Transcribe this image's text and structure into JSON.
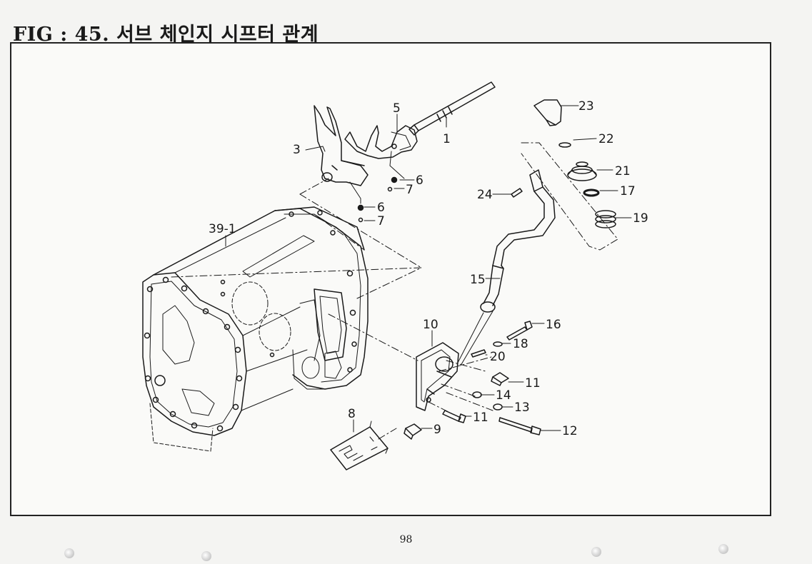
{
  "title": "FIG : 45.  서브 체인지 시프터 관계",
  "page_number": "98",
  "callouts": {
    "c1": "1",
    "c3": "3",
    "c5": "5",
    "c6a": "6",
    "c7a": "7",
    "c6b": "6",
    "c7b": "7",
    "c39": "39-1",
    "c23": "23",
    "c22": "22",
    "c21": "21",
    "c17": "17",
    "c19": "19",
    "c24": "24",
    "c15": "15",
    "c10": "10",
    "c16": "16",
    "c18": "18",
    "c20": "20",
    "c11a": "11",
    "c14": "14",
    "c13": "13",
    "c11b": "11",
    "c12": "12",
    "c8": "8",
    "c9": "9"
  }
}
